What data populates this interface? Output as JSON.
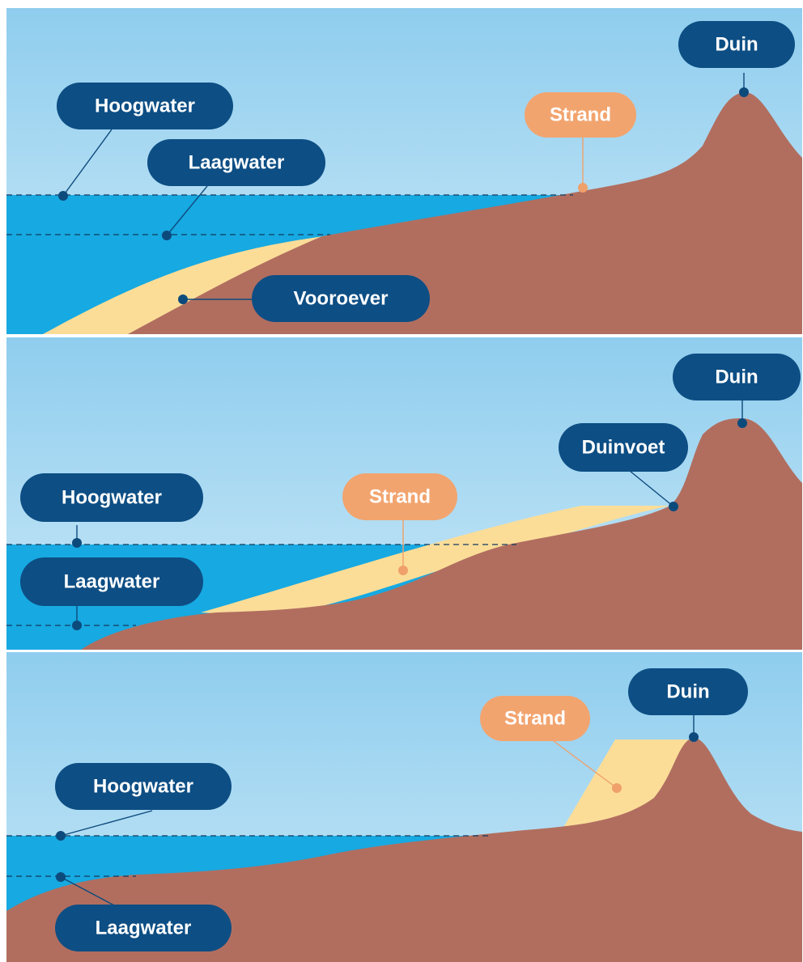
{
  "colors": {
    "sky_top": "#8fcdee",
    "sky_bottom": "#c9e8f7",
    "water": "#17a9e1",
    "ground": "#b16e5f",
    "sand": "#fbdd98",
    "label_dark": "#0d4e84",
    "label_orange": "#f2a46f",
    "marker_dark": "#0d4a7c",
    "marker_orange": "#f0a06a"
  },
  "panels": [
    {
      "labels": {
        "hoogwater": "Hoogwater",
        "laagwater": "Laagwater",
        "vooroever": "Vooroever",
        "strand": "Strand",
        "duin": "Duin"
      }
    },
    {
      "labels": {
        "hoogwater": "Hoogwater",
        "laagwater": "Laagwater",
        "strand": "Strand",
        "duinvoet": "Duinvoet",
        "duin": "Duin"
      }
    },
    {
      "labels": {
        "hoogwater": "Hoogwater",
        "laagwater": "Laagwater",
        "strand": "Strand",
        "duin": "Duin"
      }
    }
  ]
}
